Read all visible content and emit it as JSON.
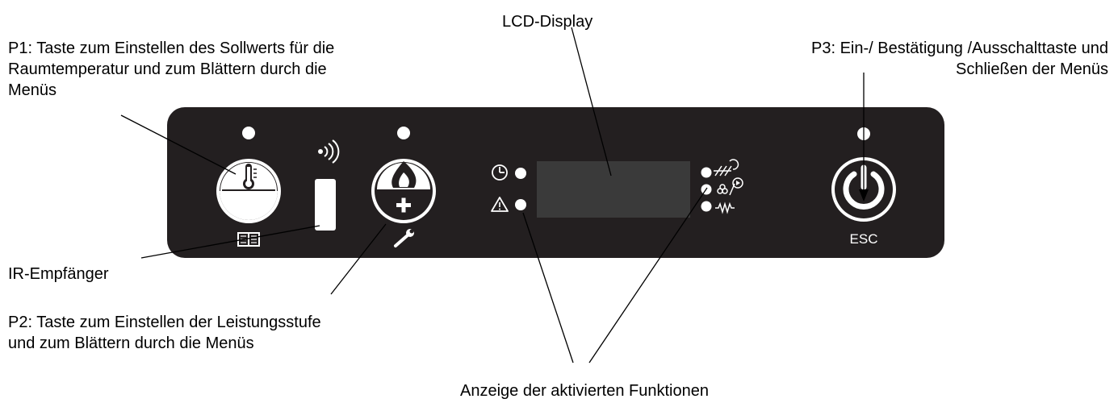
{
  "labels": {
    "p1": "P1: Taste zum Einstellen des Sollwerts für die\nRaumtemperatur und zum Blättern durch die\nMenüs",
    "lcd": "LCD-Display",
    "p3": "P3: Ein-/ Bestätigung /Ausschalttaste und\nSchließen der Menüs",
    "ir": "IR-Empfänger",
    "p2": "P2: Taste zum Einstellen der Leistungsstufe\nund zum Blättern durch die Menüs",
    "functions": "Anzeige der aktivierten Funktionen"
  },
  "panel": {
    "esc_label": "ESC",
    "background_color": "#231f20",
    "button_color": "#ffffff",
    "lcd_color": "#3a3a3a"
  },
  "icons": {
    "p1": [
      "thermometer-icon",
      "minus-icon",
      "book-icon"
    ],
    "p2": [
      "flame-icon",
      "plus-icon",
      "wrench-icon"
    ],
    "p3": [
      "power-icon"
    ],
    "left_indicators": [
      "clock-icon",
      "warning-icon"
    ],
    "right_indicators": [
      "fan-icon",
      "heater-icon",
      "pump-icon"
    ],
    "ir": [
      "signal-icon"
    ]
  }
}
